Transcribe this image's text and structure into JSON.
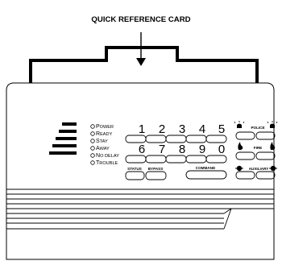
{
  "card": {
    "title": "QUICK REFERENCE CARD"
  },
  "indicators": [
    {
      "first": "P",
      "rest": "OWER"
    },
    {
      "first": "R",
      "rest": "EADY"
    },
    {
      "first": "S",
      "rest": "TAY"
    },
    {
      "first": "A",
      "rest": "WAY"
    },
    {
      "first": "N",
      "rest": "O DELAY",
      "display": "NO DELAY"
    },
    {
      "first": "T",
      "rest": "ROUBLE"
    }
  ],
  "keypad": {
    "row1": [
      "1",
      "2",
      "3",
      "4",
      "5"
    ],
    "row2": [
      "6",
      "7",
      "8",
      "9",
      "0"
    ]
  },
  "buttons": {
    "status": "STATUS",
    "bypass": "BYPASS",
    "command": "COMMAND",
    "police": "POLICE",
    "fire": "FIRE",
    "auxiliary": "AUXILIARY"
  }
}
